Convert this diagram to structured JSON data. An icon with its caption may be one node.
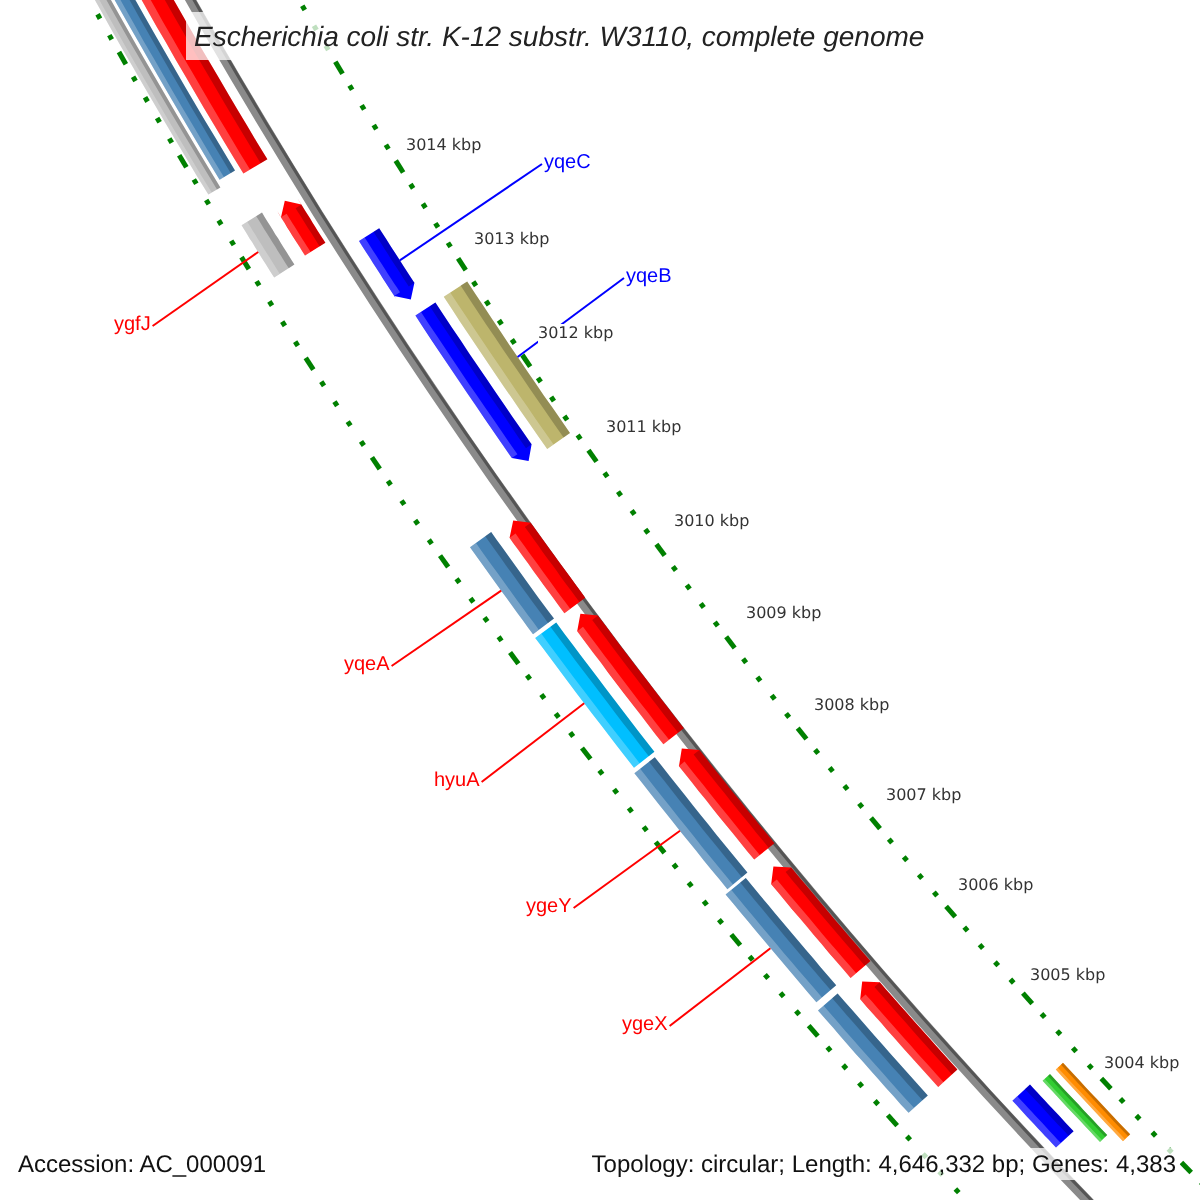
{
  "diagram": {
    "title": "Escherichia coli str. K-12 substr. W3110, complete genome",
    "nodes": [
      {
        "text": [],
        "shape": "bar"
      },
      {
        "text": [],
        "shape": "bar"
      },
      {
        "text": [],
        "shape": "bar"
      },
      {
        "text": [],
        "shape": "bar"
      },
      {
        "text": [],
        "shape": "arrow"
      },
      {
        "text": [],
        "shape": "arrow"
      },
      {
        "text": [],
        "shape": "arrow"
      },
      {
        "text": [],
        "shape": "bar"
      },
      {
        "text": [],
        "shape": "bar"
      },
      {
        "text": [],
        "shape": "arrow"
      },
      {
        "text": [],
        "shape": "bar"
      },
      {
        "text": [],
        "shape": "arrow"
      },
      {
        "text": [],
        "shape": "bar"
      },
      {
        "text": [],
        "shape": "arrow"
      },
      {
        "text": [],
        "shape": "bar"
      },
      {
        "text": [],
        "shape": "arrow"
      },
      {
        "text": [],
        "shape": "bar"
      },
      {
        "text": [],
        "shape": "arrow"
      },
      {
        "text": [],
        "shape": "bar"
      },
      {
        "text": [],
        "shape": "bar"
      },
      {
        "text": [],
        "shape": "bar"
      },
      {
        "text": [
          "ygfJ"
        ]
      },
      {
        "text": [
          "yqeC"
        ]
      },
      {
        "text": [
          "yqeB"
        ]
      },
      {
        "text": [
          "yqeA"
        ]
      },
      {
        "text": [
          "hyuA"
        ]
      },
      {
        "text": [
          "ygeY"
        ]
      },
      {
        "text": [
          "ygeX"
        ]
      }
    ],
    "edges": [
      {
        "from": 21,
        "to": 3,
        "arrow": "none"
      },
      {
        "from": 22,
        "to": 5,
        "arrow": "none",
        "color": "#0000ff"
      },
      {
        "from": 23,
        "to": 7,
        "arrow": "none",
        "color": "#0000ff"
      },
      {
        "from": 24,
        "to": 8,
        "arrow": "none"
      },
      {
        "from": 25,
        "to": 10,
        "arrow": "none"
      },
      {
        "from": 26,
        "to": 12,
        "arrow": "none"
      },
      {
        "from": 27,
        "to": 14,
        "arrow": "none"
      }
    ],
    "labels": [
      "3014 kbp",
      "3013 kbp",
      "3012 kbp",
      "3011 kbp",
      "3010 kbp",
      "3009 kbp",
      "3008 kbp",
      "3007 kbp",
      "3006 kbp",
      "3005 kbp",
      "3004 kbp",
      "Accession: AC_000091",
      "Topology: circular; Length: 4,646,332 bp; Genes: 4,383"
    ]
  }
}
